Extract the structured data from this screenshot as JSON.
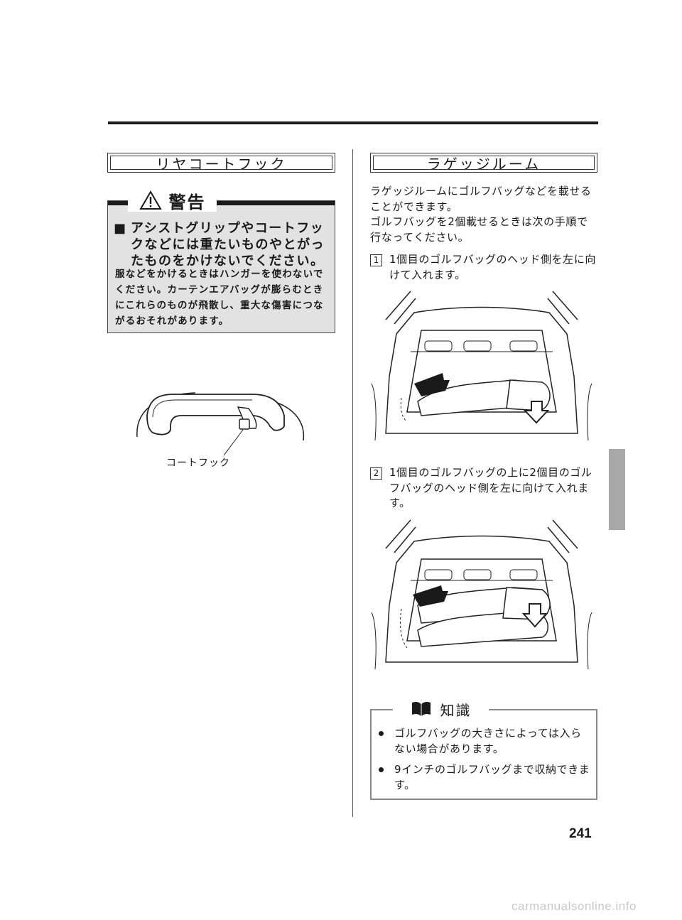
{
  "left_section": {
    "title": "リヤコートフック",
    "warning": {
      "heading": "警告",
      "bullet_mark": "■",
      "strong": "アシストグリップやコートフックなどには重たいものやとがったものをかけないでください。",
      "body": "服などをかけるときはハンガーを使わないでください。カーテンエアバッグが膨らむときにこれらのものが飛散し、重大な傷害につながるおそれがあります。"
    },
    "figure_label": "コートフック"
  },
  "right_section": {
    "title": "ラゲッジルーム",
    "intro_line1": "ラゲッジルームにゴルフバッグなどを載せることができます。",
    "intro_line2": "ゴルフバッグを2個載せるときは次の手順で行なってください。",
    "steps": [
      {
        "num": "1",
        "text": "1個目のゴルフバッグのヘッド側を左に向けて入れます。"
      },
      {
        "num": "2",
        "text": "1個目のゴルフバッグの上に2個目のゴルフバッグのヘッド側を左に向けて入れます。"
      }
    ],
    "info": {
      "heading": "知識",
      "bullets": [
        "ゴルフバッグの大きさによっては入らない場合があります。",
        "9インチのゴルフバッグまで収納できます。"
      ]
    }
  },
  "page_number": "241",
  "watermark": "carmanualsonline.info"
}
